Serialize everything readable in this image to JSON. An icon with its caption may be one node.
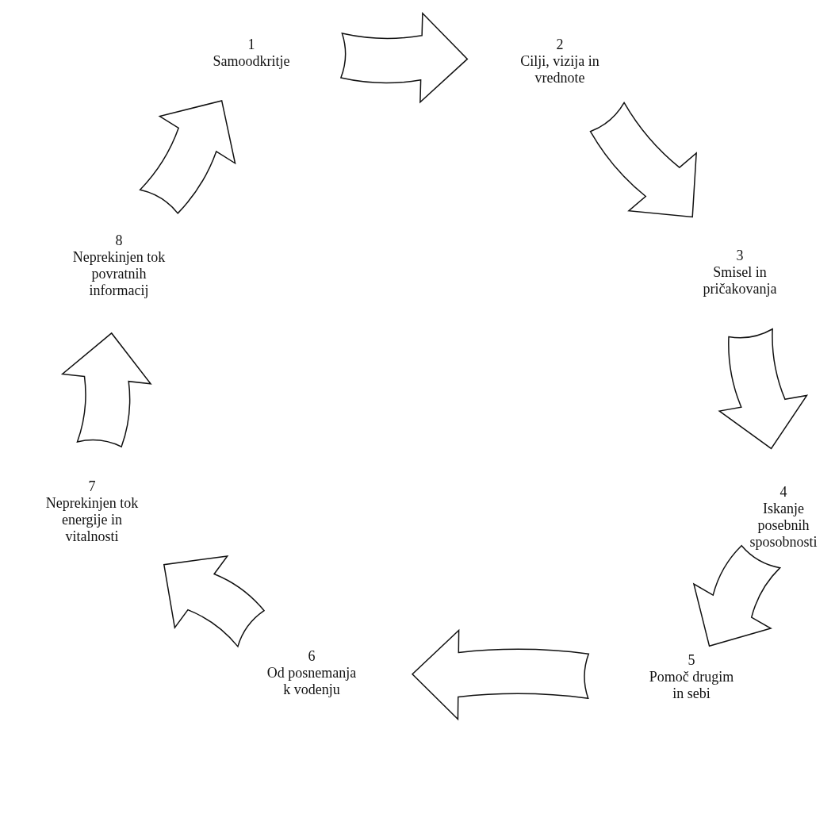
{
  "diagram": {
    "nodes": [
      {
        "text": [
          "1",
          "Samoodkritje"
        ]
      },
      {
        "text": [
          "2",
          "Cilji, vizija in vrednote"
        ]
      },
      {
        "text": [
          "3",
          "Smisel in pričakovanja"
        ]
      },
      {
        "text": [
          "4",
          "Iskanje posebnih sposobnosti"
        ]
      },
      {
        "text": [
          "5",
          "Pomoč drugim in sebi"
        ]
      },
      {
        "text": [
          "6",
          "Od posnemanja k vodenju"
        ]
      },
      {
        "text": [
          "7",
          "Neprekinjen tok energije in vitalnosti"
        ]
      },
      {
        "text": [
          "8",
          "Neprekinjen tok povratnih informacij"
        ]
      }
    ],
    "edges": [
      {
        "from": 0,
        "to": 1,
        "arrow": "to"
      },
      {
        "from": 1,
        "to": 2,
        "arrow": "to"
      },
      {
        "from": 2,
        "to": 3,
        "arrow": "to"
      },
      {
        "from": 3,
        "to": 4,
        "arrow": "to"
      },
      {
        "from": 4,
        "to": 5,
        "arrow": "to"
      },
      {
        "from": 5,
        "to": 6,
        "arrow": "to"
      },
      {
        "from": 6,
        "to": 7,
        "arrow": "to"
      },
      {
        "from": 7,
        "to": 0,
        "arrow": "to"
      }
    ]
  }
}
